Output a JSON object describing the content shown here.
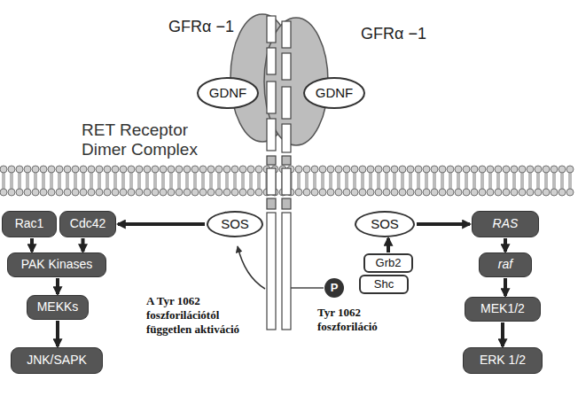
{
  "diagram": {
    "nodes": [
      {
        "text": [
          "GDNF"
        ]
      },
      {
        "text": [
          "GDNF"
        ]
      },
      {
        "text": [
          "Rac1"
        ]
      },
      {
        "text": [
          "Cdc42"
        ]
      },
      {
        "text": [
          "SOS"
        ]
      },
      {
        "text": [
          "SOS"
        ]
      },
      {
        "text": [
          "RAS"
        ]
      },
      {
        "text": [
          "PAK Kinases"
        ]
      },
      {
        "text": [
          "P"
        ]
      },
      {
        "text": [
          "Grb2"
        ]
      },
      {
        "text": [
          "raf"
        ]
      },
      {
        "text": [
          "Shc"
        ]
      },
      {
        "text": [
          "MEKKs"
        ]
      },
      {
        "text": [
          "MEK1/2"
        ]
      },
      {
        "text": [
          "JNK/SAPK"
        ]
      },
      {
        "text": [
          "ERK 1/2"
        ]
      }
    ],
    "edges": [
      {
        "from": 4,
        "to": 3,
        "arrow": "to"
      },
      {
        "from": 2,
        "to": 7,
        "arrow": "to"
      },
      {
        "from": 3,
        "to": 7,
        "arrow": "to"
      },
      {
        "from": 7,
        "to": 12,
        "arrow": "to"
      },
      {
        "from": 12,
        "to": 14,
        "arrow": "to"
      },
      {
        "from": 9,
        "to": 5,
        "arrow": "to"
      },
      {
        "from": 5,
        "to": 6,
        "arrow": "to"
      },
      {
        "from": 6,
        "to": 10,
        "arrow": "to"
      },
      {
        "from": 10,
        "to": 13,
        "arrow": "to"
      },
      {
        "from": 13,
        "to": 15,
        "arrow": "to"
      }
    ],
    "labels": [
      "GFRα −1",
      "GFRα −1",
      "RET Receptor Dimer Complex",
      "A Tyr 1062 foszforilációtól független aktiváció",
      "Tyr 1062 foszforiláció"
    ]
  }
}
